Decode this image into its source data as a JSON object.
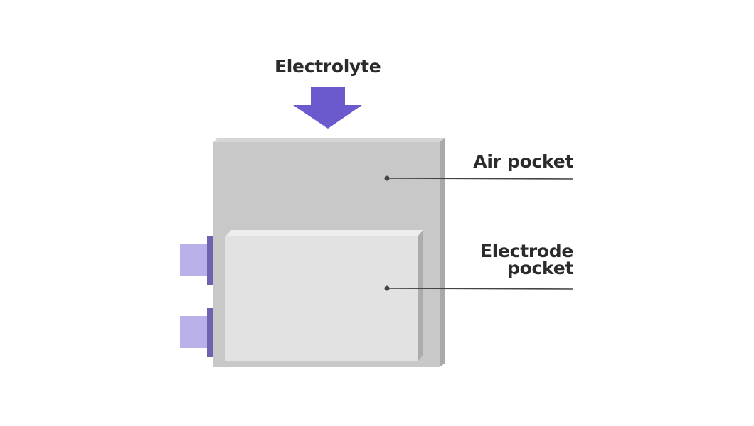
{
  "labels": {
    "electrolyte": "Electrolyte",
    "air_pocket": "Air pocket",
    "electrode_pocket_line1": "Electrode",
    "electrode_pocket_line2": "pocket"
  },
  "colors": {
    "arrow": "#6a5acd",
    "tab_light": "#b9b0ea",
    "tab_dark": "#6d62b0",
    "outer_pouch": "#c8c8c8",
    "outer_pouch_side": "#a9a9a9",
    "outer_pouch_top": "#d6d6d6",
    "inner_pouch": "#e2e2e2",
    "inner_pouch_top": "#ededed",
    "inner_pouch_side": "#acacac",
    "leader_line": "#444444",
    "text": "#2b2b2b"
  }
}
